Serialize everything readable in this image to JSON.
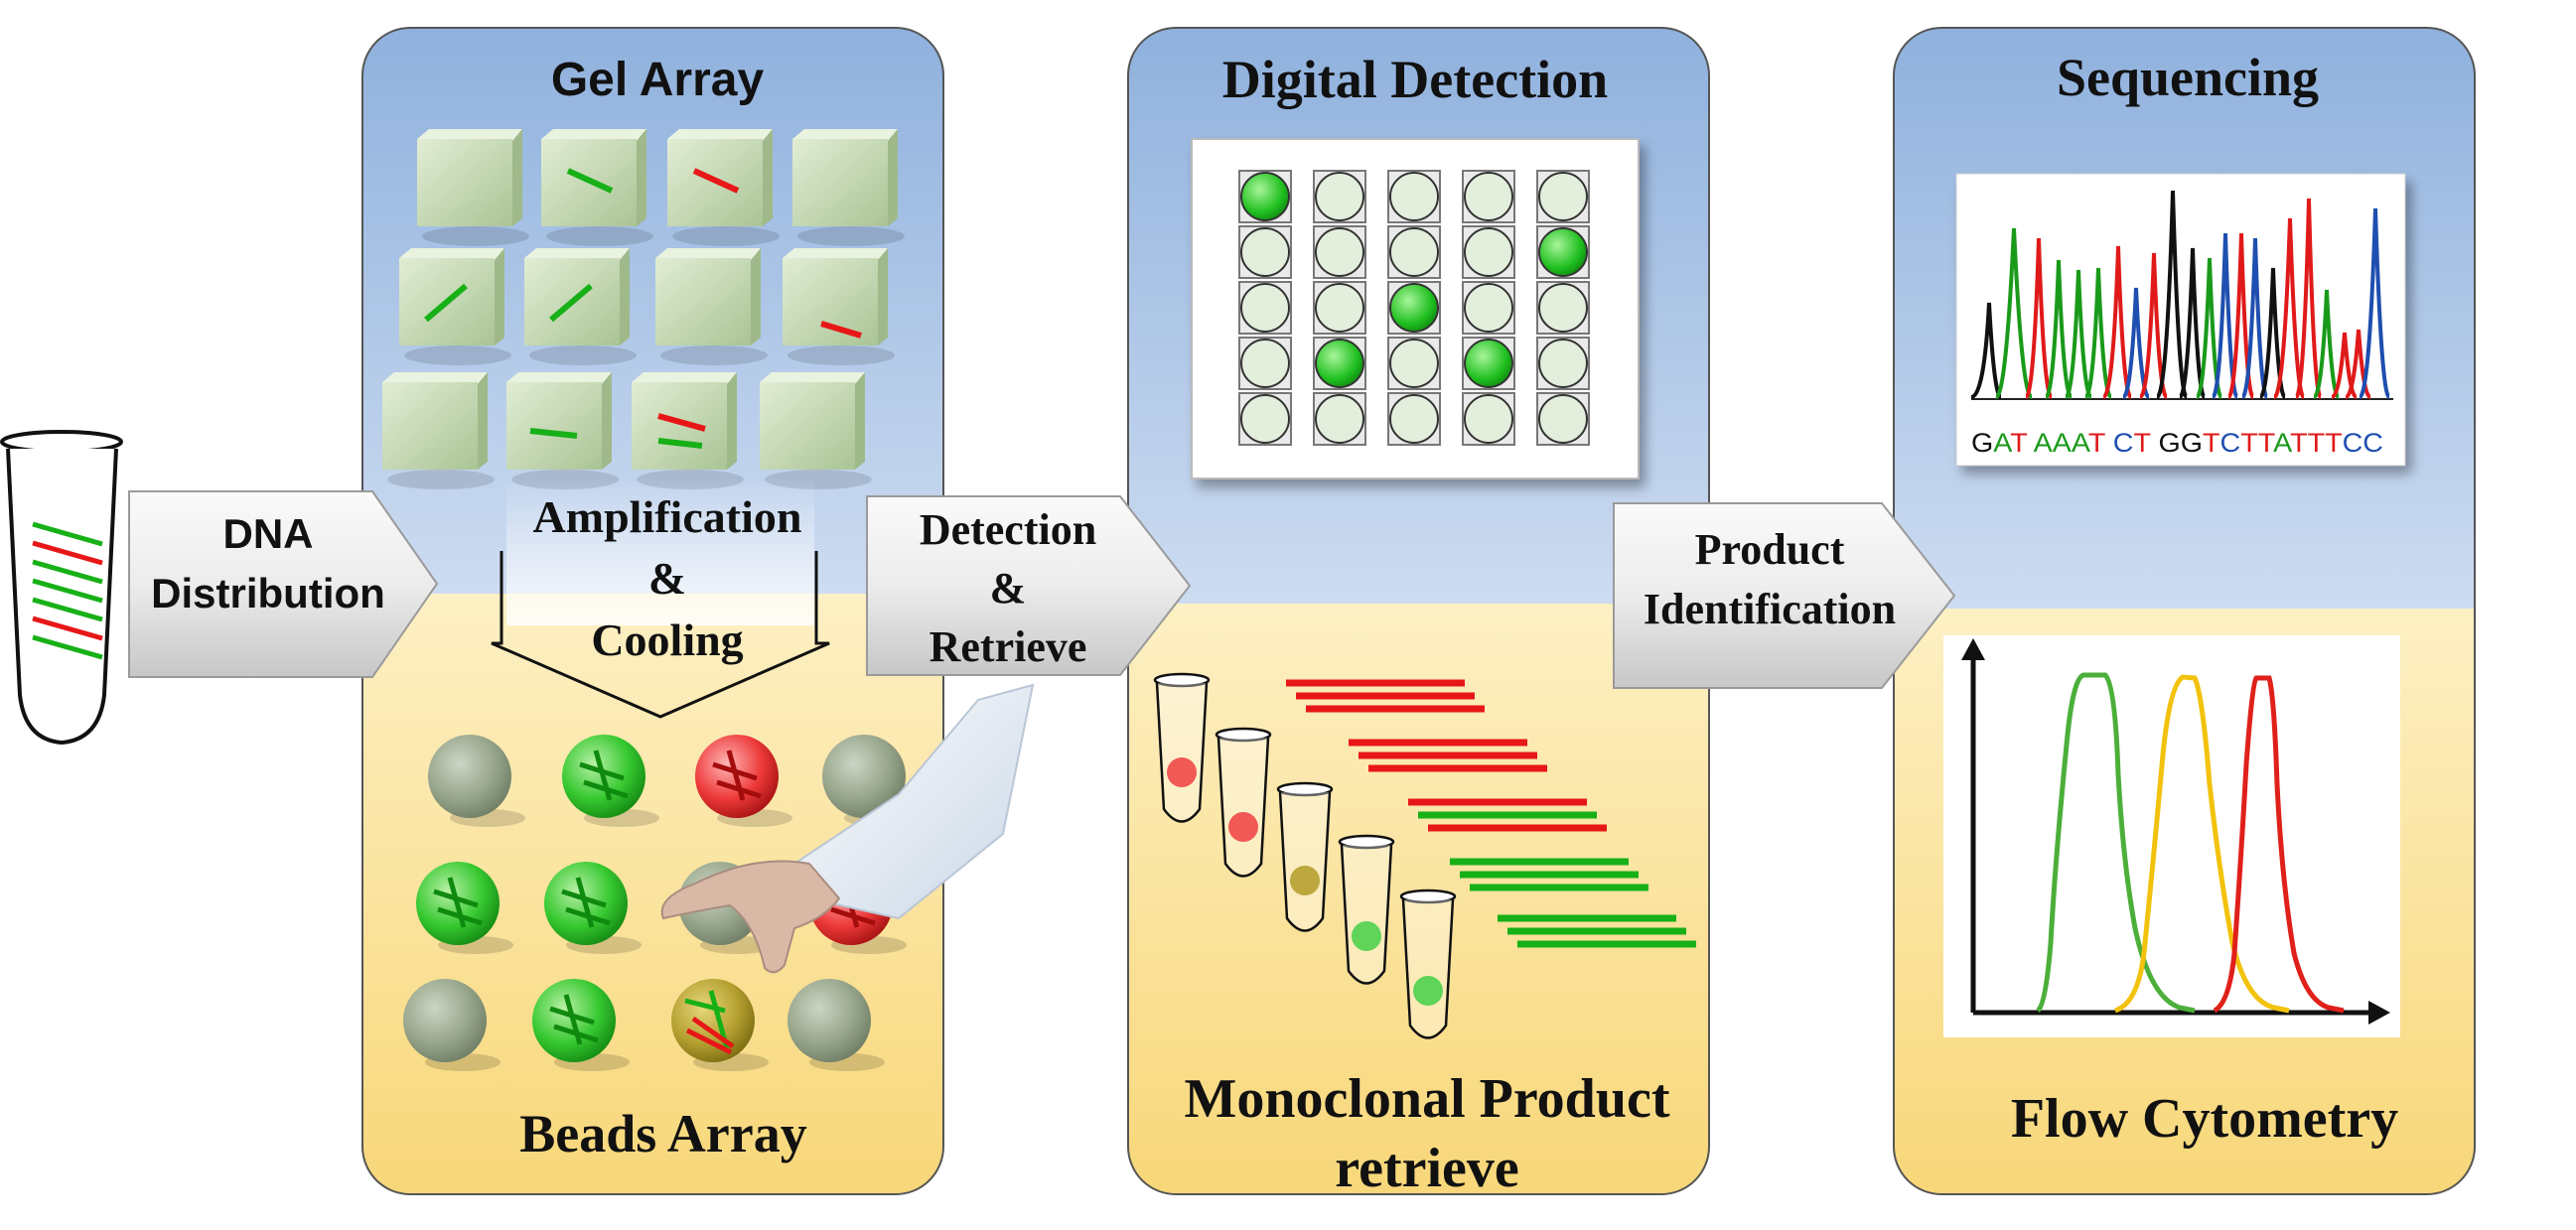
{
  "panels": {
    "gel_array": {
      "title": "Gel Array",
      "bottom_label": "Beads Array"
    },
    "amplification": {
      "line1": "Amplification",
      "line2": "&",
      "line3": "Cooling"
    },
    "digital_detection": {
      "title": "Digital Detection",
      "bottom_line1": "Monoclonal Product",
      "bottom_line2": "retrieve"
    },
    "sequencing": {
      "title": "Sequencing",
      "sequence_text": "GAT AAAT CT GGTCTTATTTCC",
      "bottom_label": "Flow Cytometry"
    }
  },
  "arrows": {
    "dna_distribution": {
      "line1": "DNA",
      "line2": "Distribution"
    },
    "detection_retrieve": {
      "line1": "Detection",
      "line2": "&",
      "line3": "Retrieve"
    },
    "product_identification": {
      "line1": "Product",
      "line2": "Identification"
    }
  },
  "detection_grid": {
    "rows": 5,
    "cols": 5,
    "positive_wells": [
      [
        0,
        0
      ],
      [
        1,
        4
      ],
      [
        2,
        2
      ],
      [
        3,
        1
      ],
      [
        3,
        3
      ]
    ]
  },
  "colors": {
    "panel_top": "#a9c3e6",
    "panel_bottom": "#fbe3a0",
    "green": "#17b017",
    "red": "#e81717",
    "yellow": "#f2c20c",
    "blue": "#1f4fb0",
    "gel_cube": "#c9dcb7",
    "bead_grey": "#8f9f84"
  },
  "icons": [
    "pcr-tube-icon",
    "hand-icon"
  ]
}
